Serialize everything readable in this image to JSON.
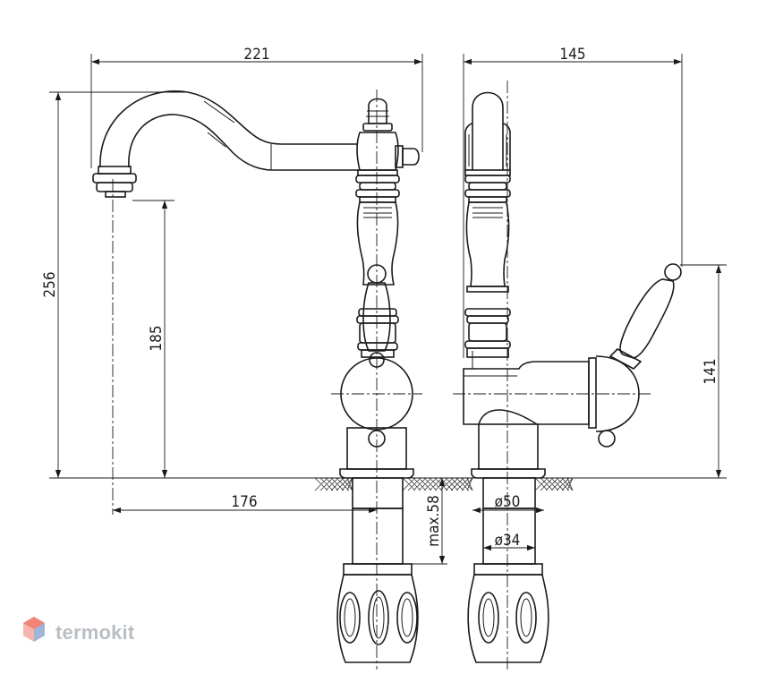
{
  "dimensions": {
    "width_total": "221",
    "depth_total": "145",
    "height_total": "256",
    "spout_height": "185",
    "spout_reach": "176",
    "handle_height": "141",
    "max_thickness": "max.58",
    "diameter_outer": "ø50",
    "diameter_inner": "ø34"
  },
  "watermark": {
    "text": "termokit",
    "color": "#b9bec3"
  }
}
